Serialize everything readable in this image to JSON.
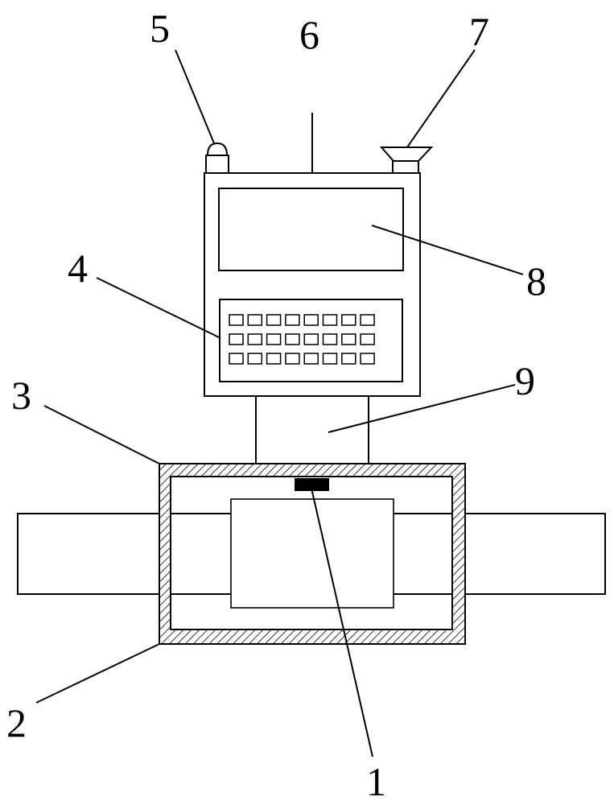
{
  "labels": {
    "l1": "1",
    "l2": "2",
    "l3": "3",
    "l4": "4",
    "l5": "5",
    "l6": "6",
    "l7": "7",
    "l8": "8",
    "l9": "9"
  },
  "colors": {
    "stroke": "#000000",
    "background": "#ffffff",
    "sensor": "#000000"
  },
  "keypad": {
    "rows": 3,
    "cols": 8
  }
}
